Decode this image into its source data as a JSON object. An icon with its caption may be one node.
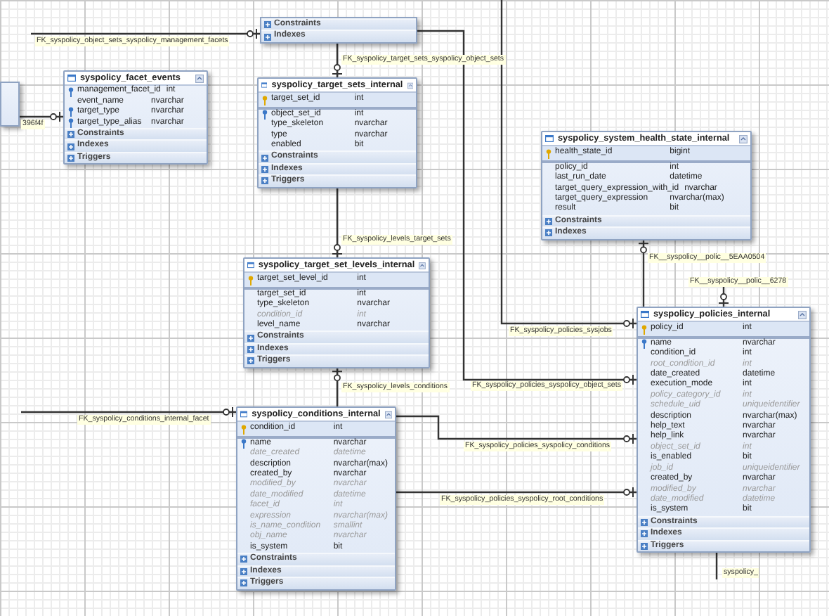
{
  "diagram": {
    "nodes": [
      {
        "text": [],
        "shape": "box"
      },
      {
        "text": [
          "Constraints"
        ],
        "in": 0
      },
      {
        "text": [
          "Indexes"
        ],
        "in": 0
      },
      {
        "text": [],
        "shape": "box"
      },
      {
        "text": [
          "syspolicy_facet_events"
        ]
      },
      {
        "text": [
          "management_facet_id",
          "int"
        ],
        "in": 4
      },
      {
        "text": [
          "event_name",
          "nvarchar"
        ],
        "in": 4
      },
      {
        "text": [
          "target_type",
          "nvarchar"
        ],
        "in": 4
      },
      {
        "text": [
          "target_type_alias",
          "nvarchar"
        ],
        "in": 4
      },
      {
        "text": [
          "Constraints"
        ],
        "in": 4
      },
      {
        "text": [
          "Indexes"
        ],
        "in": 4
      },
      {
        "text": [
          "Triggers"
        ],
        "in": 4
      },
      {
        "text": [
          "syspolicy_target_sets_internal"
        ]
      },
      {
        "text": [
          "target_set_id",
          "int"
        ],
        "in": 12
      },
      {
        "text": [
          "object_set_id",
          "int"
        ],
        "in": 12
      },
      {
        "text": [
          "type_skeleton",
          "nvarchar"
        ],
        "in": 12
      },
      {
        "text": [
          "type",
          "nvarchar"
        ],
        "in": 12
      },
      {
        "text": [
          "enabled",
          "bit"
        ],
        "in": 12
      },
      {
        "text": [
          "Constraints"
        ],
        "in": 12
      },
      {
        "text": [
          "Indexes"
        ],
        "in": 12
      },
      {
        "text": [
          "Triggers"
        ],
        "in": 12
      },
      {
        "text": [
          "syspolicy_system_health_state_internal"
        ]
      },
      {
        "text": [
          "health_state_id",
          "bigint"
        ],
        "in": 21
      },
      {
        "text": [
          "policy_id",
          "int"
        ],
        "in": 21
      },
      {
        "text": [
          "last_run_date",
          "datetime"
        ],
        "in": 21
      },
      {
        "text": [
          "target_query_expression_with_id",
          "nvarchar"
        ],
        "in": 21
      },
      {
        "text": [
          "target_query_expression",
          "nvarchar(max)"
        ],
        "in": 21
      },
      {
        "text": [
          "result",
          "bit"
        ],
        "in": 21
      },
      {
        "text": [
          "Constraints"
        ],
        "in": 21
      },
      {
        "text": [
          "Indexes"
        ],
        "in": 21
      },
      {
        "text": [
          "syspolicy_target_set_levels_internal"
        ]
      },
      {
        "text": [
          "target_set_level_id",
          "int"
        ],
        "in": 30
      },
      {
        "text": [
          "target_set_id",
          "int"
        ],
        "in": 30
      },
      {
        "text": [
          "type_skeleton",
          "nvarchar"
        ],
        "in": 30
      },
      {
        "text": [
          "condition_id",
          "int"
        ],
        "in": 30
      },
      {
        "text": [
          "level_name",
          "nvarchar"
        ],
        "in": 30
      },
      {
        "text": [
          "Constraints"
        ],
        "in": 30
      },
      {
        "text": [
          "Indexes"
        ],
        "in": 30
      },
      {
        "text": [
          "Triggers"
        ],
        "in": 30
      },
      {
        "text": [
          "syspolicy_policies_internal"
        ]
      },
      {
        "text": [
          "policy_id",
          "int"
        ],
        "in": 39
      },
      {
        "text": [
          "name",
          "nvarchar"
        ],
        "in": 39
      },
      {
        "text": [
          "condition_id",
          "int"
        ],
        "in": 39
      },
      {
        "text": [
          "root_condition_id",
          "int"
        ],
        "in": 39
      },
      {
        "text": [
          "date_created",
          "datetime"
        ],
        "in": 39
      },
      {
        "text": [
          "execution_mode",
          "int"
        ],
        "in": 39
      },
      {
        "text": [
          "policy_category_id",
          "int"
        ],
        "in": 39
      },
      {
        "text": [
          "schedule_uid",
          "uniqueidentifier"
        ],
        "in": 39
      },
      {
        "text": [
          "description",
          "nvarchar(max)"
        ],
        "in": 39
      },
      {
        "text": [
          "help_text",
          "nvarchar"
        ],
        "in": 39
      },
      {
        "text": [
          "help_link",
          "nvarchar"
        ],
        "in": 39
      },
      {
        "text": [
          "object_set_id",
          "int"
        ],
        "in": 39
      },
      {
        "text": [
          "is_enabled",
          "bit"
        ],
        "in": 39
      },
      {
        "text": [
          "job_id",
          "uniqueidentifier"
        ],
        "in": 39
      },
      {
        "text": [
          "created_by",
          "nvarchar"
        ],
        "in": 39
      },
      {
        "text": [
          "modified_by",
          "nvarchar"
        ],
        "in": 39
      },
      {
        "text": [
          "date_modified",
          "datetime"
        ],
        "in": 39
      },
      {
        "text": [
          "is_system",
          "bit"
        ],
        "in": 39
      },
      {
        "text": [
          "Constraints"
        ],
        "in": 39
      },
      {
        "text": [
          "Indexes"
        ],
        "in": 39
      },
      {
        "text": [
          "Triggers"
        ],
        "in": 39
      },
      {
        "text": [
          "syspolicy_conditions_internal"
        ]
      },
      {
        "text": [
          "condition_id",
          "int"
        ],
        "in": 61
      },
      {
        "text": [
          "name",
          "nvarchar"
        ],
        "in": 61
      },
      {
        "text": [
          "date_created",
          "datetime"
        ],
        "in": 61
      },
      {
        "text": [
          "description",
          "nvarchar(max)"
        ],
        "in": 61
      },
      {
        "text": [
          "created_by",
          "nvarchar"
        ],
        "in": 61
      },
      {
        "text": [
          "modified_by",
          "nvarchar"
        ],
        "in": 61
      },
      {
        "text": [
          "date_modified",
          "datetime"
        ],
        "in": 61
      },
      {
        "text": [
          "facet_id",
          "int"
        ],
        "in": 61
      },
      {
        "text": [
          "expression",
          "nvarchar(max)"
        ],
        "in": 61
      },
      {
        "text": [
          "is_name_condition",
          "smallint"
        ],
        "in": 61
      },
      {
        "text": [
          "obj_name",
          "nvarchar"
        ],
        "in": 61
      },
      {
        "text": [
          "is_system",
          "bit"
        ],
        "in": 61
      },
      {
        "text": [
          "Constraints"
        ],
        "in": 61
      },
      {
        "text": [
          "Indexes"
        ],
        "in": 61
      },
      {
        "text": [
          "Triggers"
        ],
        "in": 61
      }
    ],
    "edges": [
      {
        "from": null,
        "to": 0,
        "arrow": "other",
        "label": "FK_syspolicy_object_sets_syspolicy_management_facets"
      },
      {
        "from": 3,
        "to": 4,
        "arrow": "other",
        "label": "396f4f"
      },
      {
        "from": 0,
        "to": 12,
        "arrow": "other",
        "label": "FK_syspolicy_target_sets_syspolicy_object_sets"
      },
      {
        "from": 0,
        "to": 39,
        "arrow": "other",
        "label": "FK_syspolicy_policies_syspolicy_object_sets"
      },
      {
        "from": 12,
        "to": 30,
        "arrow": "other",
        "label": "FK_syspolicy_levels_target_sets"
      },
      {
        "from": 61,
        "to": 30,
        "arrow": "other",
        "label": "FK_syspolicy_levels_conditions"
      },
      {
        "from": null,
        "to": 39,
        "arrow": "other",
        "label": "FK_syspolicy_policies_sysjobs"
      },
      {
        "from": 39,
        "to": 21,
        "arrow": "other",
        "label": "FK__syspolicy__polic__5EAA0504"
      },
      {
        "from": null,
        "to": 39,
        "arrow": "other",
        "label": "FK__syspolicy__polic__6278"
      },
      {
        "from": 61,
        "to": 39,
        "arrow": "other",
        "label": "FK_syspolicy_policies_syspolicy_conditions"
      },
      {
        "from": 61,
        "to": 39,
        "arrow": "other",
        "label": "FK_syspolicy_policies_syspolicy_root_conditions"
      },
      {
        "from": null,
        "to": 61,
        "arrow": "other",
        "label": "FK_syspolicy_conditions_internal_facet"
      },
      {
        "from": 39,
        "to": null,
        "arrow": "other",
        "label": "syspolicy_"
      }
    ]
  }
}
